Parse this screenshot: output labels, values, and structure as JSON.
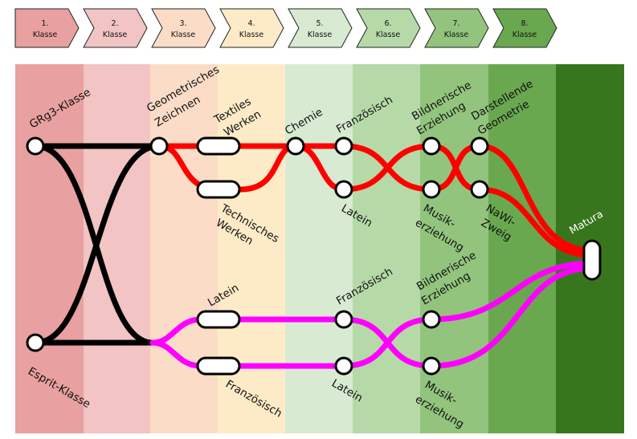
{
  "grades": [
    {
      "line1": "1.",
      "line2": "Klasse",
      "color": "#e8a0a0"
    },
    {
      "line1": "2.",
      "line2": "Klasse",
      "color": "#f2c4c4"
    },
    {
      "line1": "3.",
      "line2": "Klasse",
      "color": "#fbdcc6"
    },
    {
      "line1": "4.",
      "line2": "Klasse",
      "color": "#fdebc8"
    },
    {
      "line1": "5.",
      "line2": "Klasse",
      "color": "#d8ead2"
    },
    {
      "line1": "6.",
      "line2": "Klasse",
      "color": "#b6d9a8"
    },
    {
      "line1": "7.",
      "line2": "Klasse",
      "color": "#93c47d"
    },
    {
      "line1": "8.",
      "line2": "Klasse",
      "color": "#6aa84f"
    }
  ],
  "matura_column_color": "#38761d",
  "line_colors": {
    "grg3": "#ff0000",
    "esprit": "#ff00ff",
    "connector": "#000000"
  },
  "labels": {
    "grg3_klasse": "GRg3-Klasse",
    "esprit_klasse": "Esprit-Klasse",
    "geometrisches_1": "Geometrisches",
    "geometrisches_2": "Zeichnen",
    "textiles_1": "Textiles",
    "textiles_2": "Werken",
    "technisches_1": "Technisches",
    "technisches_2": "Werken",
    "chemie": "Chemie",
    "franz_top": "Französisch",
    "latein_top": "Latein",
    "bildn_top_1": "Bildnerische",
    "bildn_top_2": "Erziehung",
    "musik_top_1": "Musik-",
    "musik_top_2": "erziehung",
    "darst_1": "Darstellende",
    "darst_2": "Geometrie",
    "nawi_1": "NaWi-",
    "nawi_2": "Zweig",
    "matura": "Matura",
    "latein_esprit": "Latein",
    "franz_esprit": "Französisch",
    "franz_esprit_2": "Französisch",
    "latein_esprit_2": "Latein",
    "bildn_esprit_1": "Bildnerische",
    "bildn_esprit_2": "Erziehung",
    "musik_esprit_1": "Musik-",
    "musik_esprit_2": "erziehung"
  }
}
